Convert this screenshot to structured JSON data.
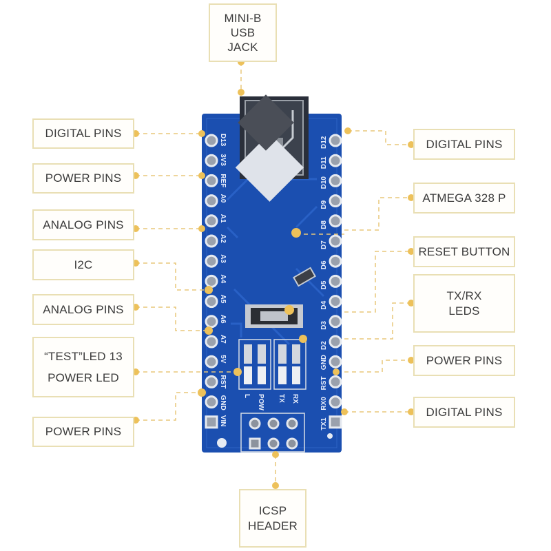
{
  "title": "Arduino Nano pinout diagram",
  "colors": {
    "pcb": "#1b4fb0",
    "pcb_dark": "#123a86",
    "connector": "#e8b94a",
    "box_border": "#e9dfb4",
    "text": "#3c3c3c"
  },
  "labels": {
    "usb": [
      "MINI-B",
      "USB",
      "JACK"
    ],
    "left_digital": "DIGITAL PINS",
    "left_power_top": "POWER PINS",
    "left_analog_1": "ANALOG PINS",
    "left_i2c": "I2C",
    "left_analog_2": "ANALOG PINS",
    "left_led": [
      "“TEST”LED 13",
      "POWER LED"
    ],
    "left_power_bottom": "POWER PINS",
    "right_digital_top": "DIGITAL PINS",
    "right_atmega": "ATMEGA 328 P",
    "right_reset": "RESET BUTTON",
    "right_txrx": [
      "TX/RX",
      "LEDS"
    ],
    "right_power": "POWER PINS",
    "right_digital_bottom": "DIGITAL PINS",
    "icsp": [
      "ICSP",
      "HEADER"
    ]
  },
  "board": {
    "left_pin_labels": [
      "D13",
      "3V3",
      "REF",
      "A0",
      "A1",
      "A2",
      "A3",
      "A4",
      "A5",
      "A6",
      "A7",
      "5V",
      "RST",
      "GND",
      "VIN"
    ],
    "right_pin_labels": [
      "D12",
      "D11",
      "D10",
      "D9",
      "D8",
      "D7",
      "D6",
      "D5",
      "D4",
      "D3",
      "D2",
      "GND",
      "RST",
      "RX0",
      "TX1"
    ],
    "led_labels": [
      "L",
      "POW",
      "TX",
      "RX"
    ]
  }
}
